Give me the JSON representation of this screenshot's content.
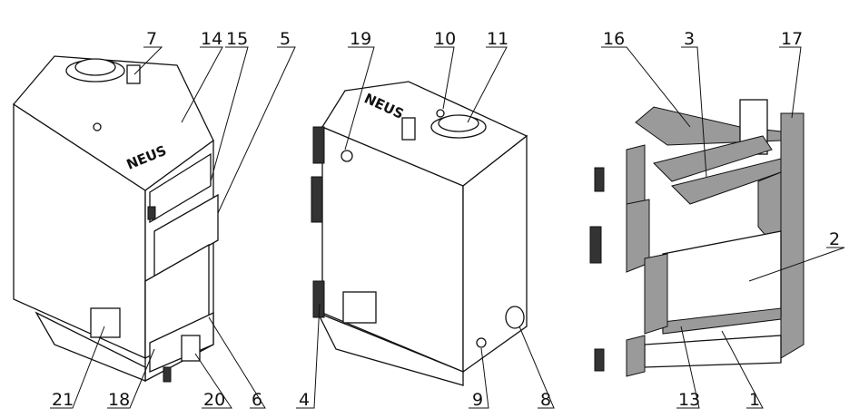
{
  "brand": "NEUS",
  "callouts": {
    "c7": "7",
    "c14": "14",
    "c15": "15",
    "c5": "5",
    "c19": "19",
    "c10": "10",
    "c11": "11",
    "c16": "16",
    "c3": "3",
    "c17": "17",
    "c2": "2",
    "c21": "21",
    "c18": "18",
    "c20": "20",
    "c6": "6",
    "c4": "4",
    "c9": "9",
    "c8": "8",
    "c13": "13",
    "c1": "1"
  }
}
